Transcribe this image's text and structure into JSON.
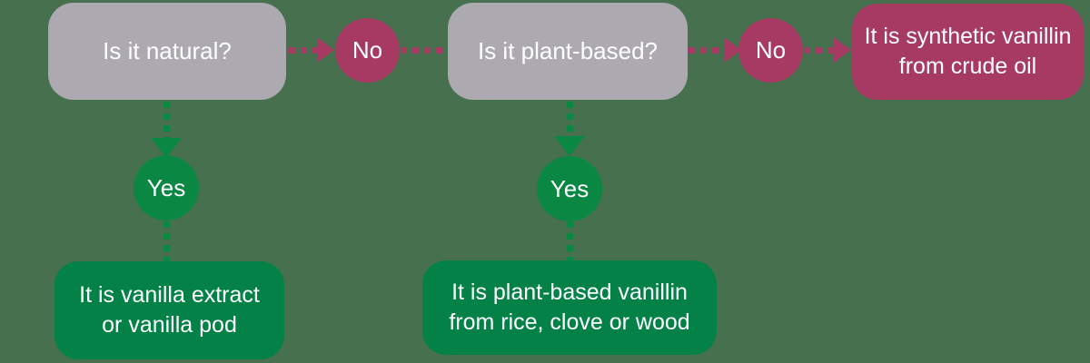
{
  "colors": {
    "bg": "#47704E",
    "gray": "#ACA9B0",
    "crimson": "#A73A62",
    "green": "#0B8744",
    "green_box": "#048147",
    "text": "#FFFFFF"
  },
  "flowchart": {
    "question1": {
      "label": "Is it natural?"
    },
    "question2": {
      "label": "Is it plant-based?"
    },
    "no1": {
      "label": "No"
    },
    "no2": {
      "label": "No"
    },
    "yes1": {
      "label": "Yes"
    },
    "yes2": {
      "label": "Yes"
    },
    "result_natural": {
      "label": "It is vanilla extract\nor vanilla pod"
    },
    "result_plant_based": {
      "label": "It is plant-based vanillin\nfrom rice, clove or wood"
    },
    "result_synthetic": {
      "label": "It is synthetic vanillin\nfrom crude oil"
    }
  }
}
